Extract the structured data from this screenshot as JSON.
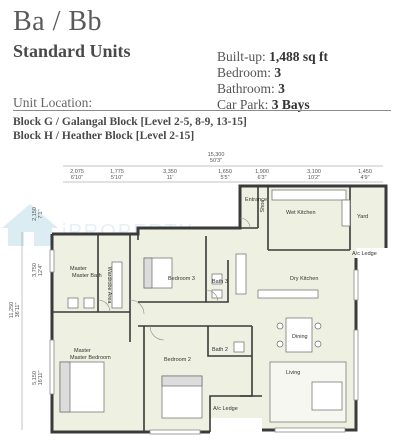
{
  "header": {
    "title": "Ba / Bb",
    "subtitle": "Standard Units",
    "unit_location_label": "Unit Location:"
  },
  "specs": [
    {
      "label": "Built-up:",
      "value": "1,488 sq ft"
    },
    {
      "label": "Bedroom:",
      "value": "3"
    },
    {
      "label": "Bathroom:",
      "value": "3"
    },
    {
      "label": "Car Park:",
      "value": "3 Bays"
    }
  ],
  "blocks": [
    "Block G / Galangal Block [Level 2-5, 8-9, 13-15]",
    "Block H / Heather Block [Level 2-15]"
  ],
  "plan": {
    "overall_width": {
      "mm": "15,300",
      "ft": "50'3\""
    },
    "top_dims": [
      {
        "mm": "2,075",
        "ft": "6'10\""
      },
      {
        "mm": "1,775",
        "ft": "5'10\""
      },
      {
        "mm": "3,350",
        "ft": "11'"
      },
      {
        "mm": "1,650",
        "ft": "5'5\""
      },
      {
        "mm": "1,900",
        "ft": "6'3\""
      },
      {
        "mm": "3,100",
        "ft": "10'2\""
      },
      {
        "mm": "1,450",
        "ft": "4'9\""
      }
    ],
    "left_dims": [
      {
        "mm": "2,150",
        "ft": "7'1\""
      },
      {
        "mm": "3,750",
        "ft": "12'4\""
      },
      {
        "mm": "11,250",
        "ft": "36'11\""
      },
      {
        "mm": "5,150",
        "ft": "16'11\""
      }
    ],
    "rooms": {
      "entrance": "Entrance",
      "shoe": "Shoe",
      "wet_kitchen": "Wet Kitchen",
      "yard": "Yard",
      "ac_ledge_1": "A/c Ledge",
      "master_bath": "Master Bath",
      "wardrobe": "Wardrobe Area",
      "bedroom3": "Bedroom 3",
      "bath3": "Bath 3",
      "dry_kitchen": "Dry Kitchen",
      "master_bedroom": "Master Bedroom",
      "dining": "Dining",
      "bedroom2": "Bedroom 2",
      "bath2": "Bath 2",
      "living": "Living",
      "ac_ledge_2": "A/c Ledge"
    }
  }
}
